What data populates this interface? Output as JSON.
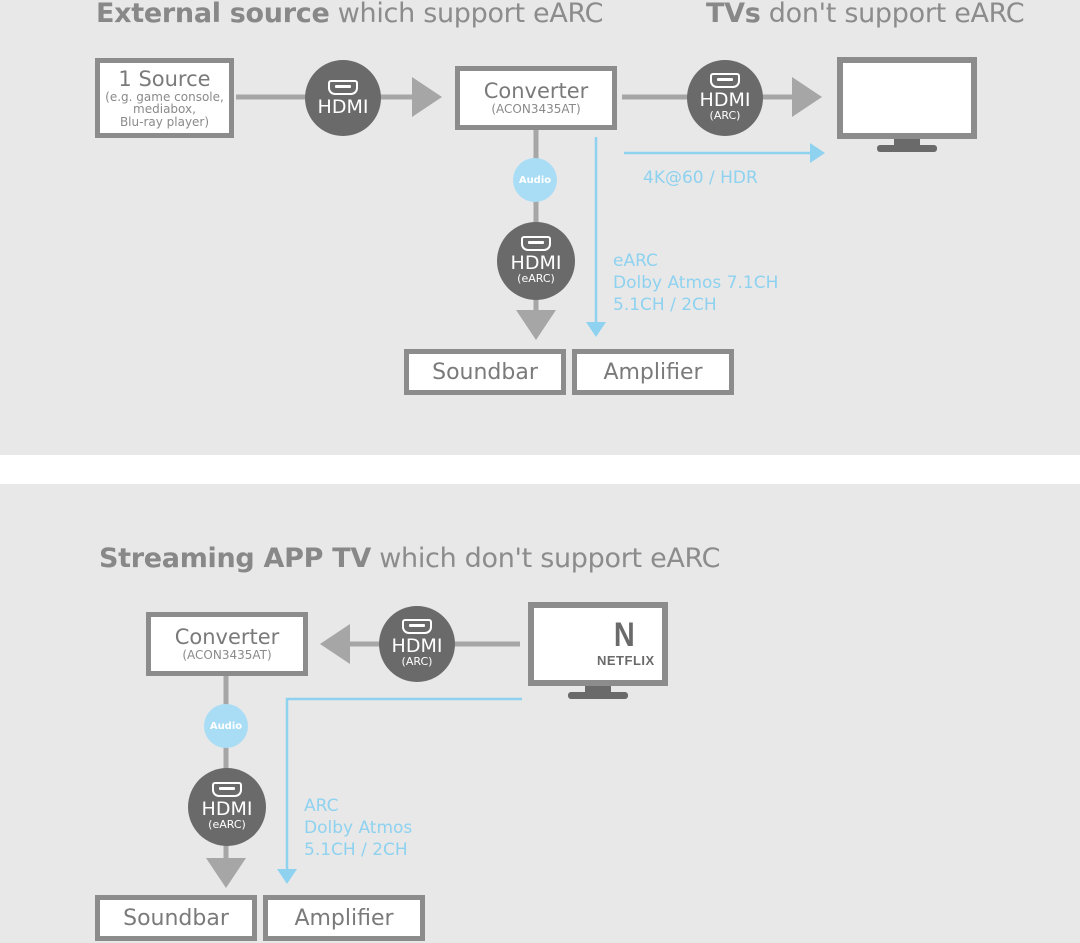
{
  "panel1": {
    "title_left_bold": "External source",
    "title_left_rest": "which support eARC",
    "title_right_bold": "TVs",
    "title_right_rest": "don't support eARC",
    "source_box": {
      "label": "1 Source",
      "sub1": "(e.g. game console,",
      "sub2": "mediabox,",
      "sub3": "Blu-ray player)"
    },
    "hdmi_in": {
      "label": "HDMI"
    },
    "converter": {
      "label": "Converter",
      "model": "(ACON3435AT)"
    },
    "hdmi_out": {
      "label": "HDMI",
      "sub": "(ARC)"
    },
    "video_note": "4K@60 / HDR",
    "audio_badge": "Audio",
    "hdmi_earc": {
      "label": "HDMI",
      "sub": "(eARC)"
    },
    "audio_note": {
      "line1": "eARC",
      "line2": "Dolby Atmos 7.1CH",
      "line3": "5.1CH / 2CH"
    },
    "soundbar": "Soundbar",
    "amplifier": "Amplifier"
  },
  "panel2": {
    "title_bold": "Streaming APP TV",
    "title_rest": "which don't support eARC",
    "converter": {
      "label": "Converter",
      "model": "(ACON3435AT)"
    },
    "hdmi_arc": {
      "label": "HDMI",
      "sub": "(ARC)"
    },
    "tv_logo_letter": "N",
    "tv_logo_word": "NETFLIX",
    "audio_badge": "Audio",
    "hdmi_earc": {
      "label": "HDMI",
      "sub": "(eARC)"
    },
    "audio_note": {
      "line1": "ARC",
      "line2": "Dolby Atmos",
      "line3": "5.1CH / 2CH"
    },
    "soundbar": "Soundbar",
    "amplifier": "Amplifier"
  },
  "icons": [
    "hdmi-port-icon",
    "tv-monitor-icon",
    "arrow-right-icon",
    "arrow-down-icon",
    "arrow-left-icon"
  ],
  "colors": {
    "panel_bg": "#e8e8e8",
    "gray_line": "#a6a6a6",
    "dark_circle": "#6a6a6a",
    "box_border": "#8c8c8c",
    "blue_accent": "#8ed2f0",
    "audio_badge": "#a9ddf5"
  }
}
